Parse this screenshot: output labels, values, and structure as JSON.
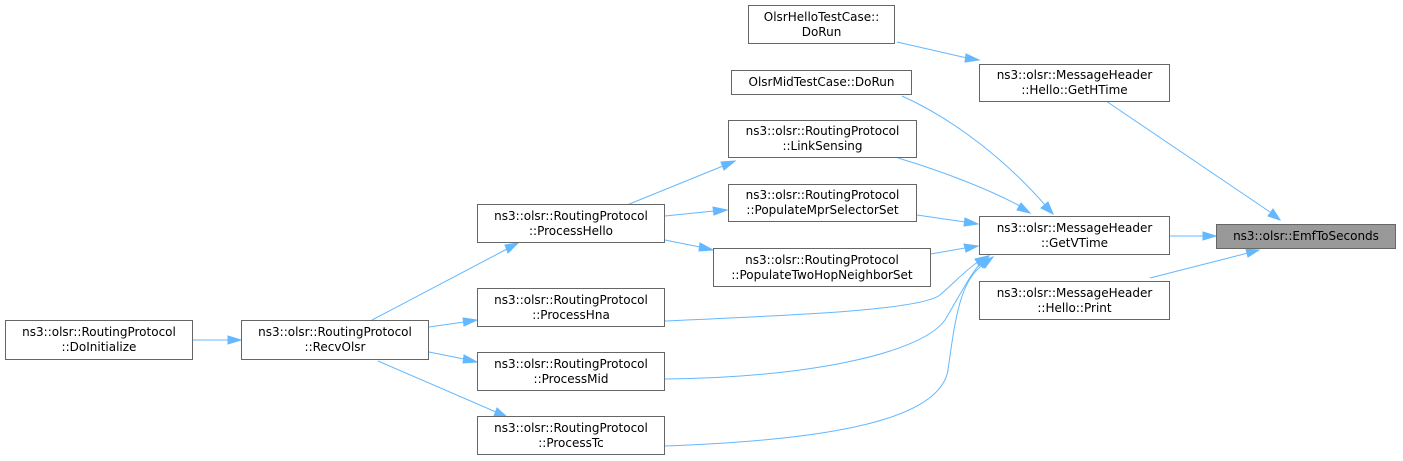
{
  "colors": {
    "edge": "#63b8ff",
    "node_border": "#666666",
    "focus_fill": "#999999"
  },
  "nodes": {
    "emf_to_seconds": {
      "line1": "ns3::olsr::EmfToSeconds"
    },
    "hello_test": {
      "line1": "OlsrHelloTestCase::",
      "line2": "DoRun"
    },
    "get_htime": {
      "line1": "ns3::olsr::MessageHeader",
      "line2": "::Hello::GetHTime"
    },
    "mid_test": {
      "line1": "OlsrMidTestCase::DoRun"
    },
    "link_sensing": {
      "line1": "ns3::olsr::RoutingProtocol",
      "line2": "::LinkSensing"
    },
    "populate_mpr": {
      "line1": "ns3::olsr::RoutingProtocol",
      "line2": "::PopulateMprSelectorSet"
    },
    "get_vtime": {
      "line1": "ns3::olsr::MessageHeader",
      "line2": "::GetVTime"
    },
    "process_hello": {
      "line1": "ns3::olsr::RoutingProtocol",
      "line2": "::ProcessHello"
    },
    "populate_two_hop": {
      "line1": "ns3::olsr::RoutingProtocol",
      "line2": "::PopulateTwoHopNeighborSet"
    },
    "hello_print": {
      "line1": "ns3::olsr::MessageHeader",
      "line2": "::Hello::Print"
    },
    "process_hna": {
      "line1": "ns3::olsr::RoutingProtocol",
      "line2": "::ProcessHna"
    },
    "do_initialize": {
      "line1": "ns3::olsr::RoutingProtocol",
      "line2": "::DoInitialize"
    },
    "recv_olsr": {
      "line1": "ns3::olsr::RoutingProtocol",
      "line2": "::RecvOlsr"
    },
    "process_mid": {
      "line1": "ns3::olsr::RoutingProtocol",
      "line2": "::ProcessMid"
    },
    "process_tc": {
      "line1": "ns3::olsr::RoutingProtocol",
      "line2": "::ProcessTc"
    }
  },
  "edges": [
    {
      "from": "get_htime",
      "to": "emf_to_seconds"
    },
    {
      "from": "get_vtime",
      "to": "emf_to_seconds"
    },
    {
      "from": "hello_print",
      "to": "emf_to_seconds"
    },
    {
      "from": "hello_test",
      "to": "get_htime"
    },
    {
      "from": "mid_test",
      "to": "get_vtime"
    },
    {
      "from": "link_sensing",
      "to": "get_vtime"
    },
    {
      "from": "populate_mpr",
      "to": "get_vtime"
    },
    {
      "from": "populate_two_hop",
      "to": "get_vtime"
    },
    {
      "from": "process_hna",
      "to": "get_vtime"
    },
    {
      "from": "process_mid",
      "to": "get_vtime"
    },
    {
      "from": "process_tc",
      "to": "get_vtime"
    },
    {
      "from": "process_hello",
      "to": "link_sensing"
    },
    {
      "from": "process_hello",
      "to": "populate_mpr"
    },
    {
      "from": "process_hello",
      "to": "populate_two_hop"
    },
    {
      "from": "recv_olsr",
      "to": "process_hello"
    },
    {
      "from": "recv_olsr",
      "to": "process_hna"
    },
    {
      "from": "recv_olsr",
      "to": "process_mid"
    },
    {
      "from": "recv_olsr",
      "to": "process_tc"
    },
    {
      "from": "do_initialize",
      "to": "recv_olsr"
    }
  ]
}
